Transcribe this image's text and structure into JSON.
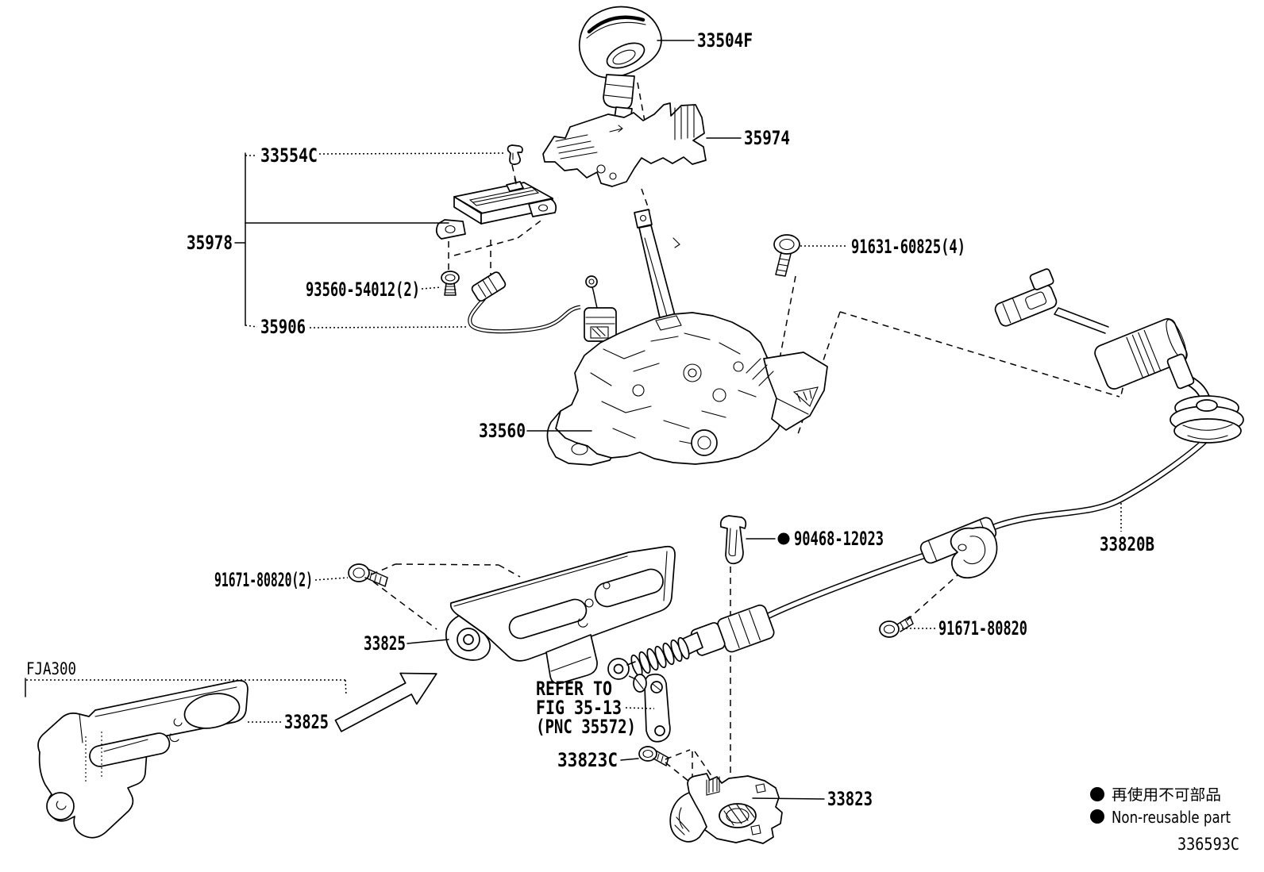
{
  "diagram": {
    "figure_code": "336593C",
    "model_code": "FJA300",
    "parts": {
      "knob": "33504F",
      "housing": "35974",
      "indicator_clip": "33554C",
      "indicator_group": "35978",
      "indicator_screw": "93560-54012(2)",
      "indicator_wire": "35906",
      "assembly_bolt": "91631-60825(4)",
      "shift_lever_assembly": "33560",
      "cable_clip": "90468-12023",
      "control_cable": "33820B",
      "cover_bolt": "91671-80820(2)",
      "clamp_bolt": "91671-80820",
      "cover_upper": "33825",
      "cover_lower": "33825",
      "bracket_bolt": "33823C",
      "cable_bracket": "33823"
    },
    "note": {
      "line1": "REFER TO",
      "line2": "FIG 35-13",
      "line3": "(PNC 35572)"
    },
    "legend": {
      "jp": "再使用不可部品",
      "en": "Non-reusable part"
    }
  }
}
